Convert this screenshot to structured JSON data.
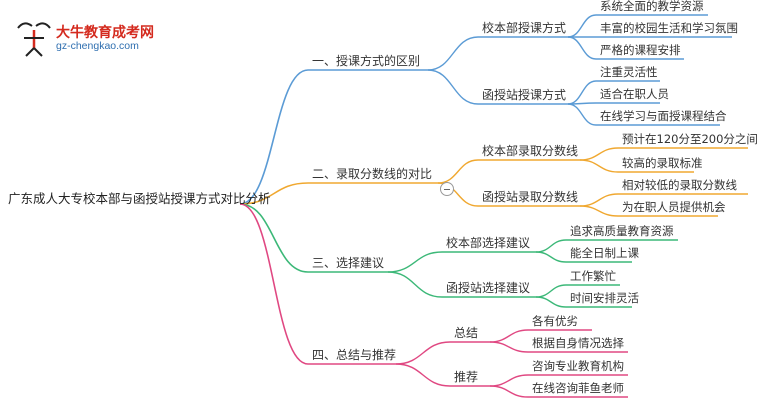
{
  "logo": {
    "name": "大牛教育成考网",
    "url": "gz-chengkao.com",
    "mark": "大牛"
  },
  "root": "广东成人大专校本部与函授站授课方式对比分析",
  "branches": [
    {
      "label": "一、授课方式的区别",
      "color": "#5b9bd5",
      "children": [
        {
          "label": "校本部授课方式",
          "leaves": [
            "系统全面的教学资源",
            "丰富的校园生活和学习氛围",
            "严格的课程安排"
          ]
        },
        {
          "label": "函授站授课方式",
          "leaves": [
            "注重灵活性",
            "适合在职人员",
            "在线学习与面授课程结合"
          ]
        }
      ]
    },
    {
      "label": "二、录取分数线的对比",
      "color": "#f0a830",
      "children": [
        {
          "label": "校本部录取分数线",
          "leaves": [
            "预计在120分至200分之间",
            "较高的录取标准"
          ]
        },
        {
          "label": "函授站录取分数线",
          "leaves": [
            "相对较低的录取分数线",
            "为在职人员提供机会"
          ]
        }
      ]
    },
    {
      "label": "三、选择建议",
      "color": "#3cb878",
      "children": [
        {
          "label": "校本部选择建议",
          "leaves": [
            "追求高质量教育资源",
            "能全日制上课"
          ]
        },
        {
          "label": "函授站选择建议",
          "leaves": [
            "工作繁忙",
            "时间安排灵活"
          ]
        }
      ]
    },
    {
      "label": "四、总结与推荐",
      "color": "#e04882",
      "children": [
        {
          "label": "总结",
          "leaves": [
            "各有优劣",
            "根据自身情况选择"
          ]
        },
        {
          "label": "推荐",
          "leaves": [
            "咨询专业教育机构",
            "在线咨询菲鱼老师"
          ]
        }
      ]
    }
  ]
}
